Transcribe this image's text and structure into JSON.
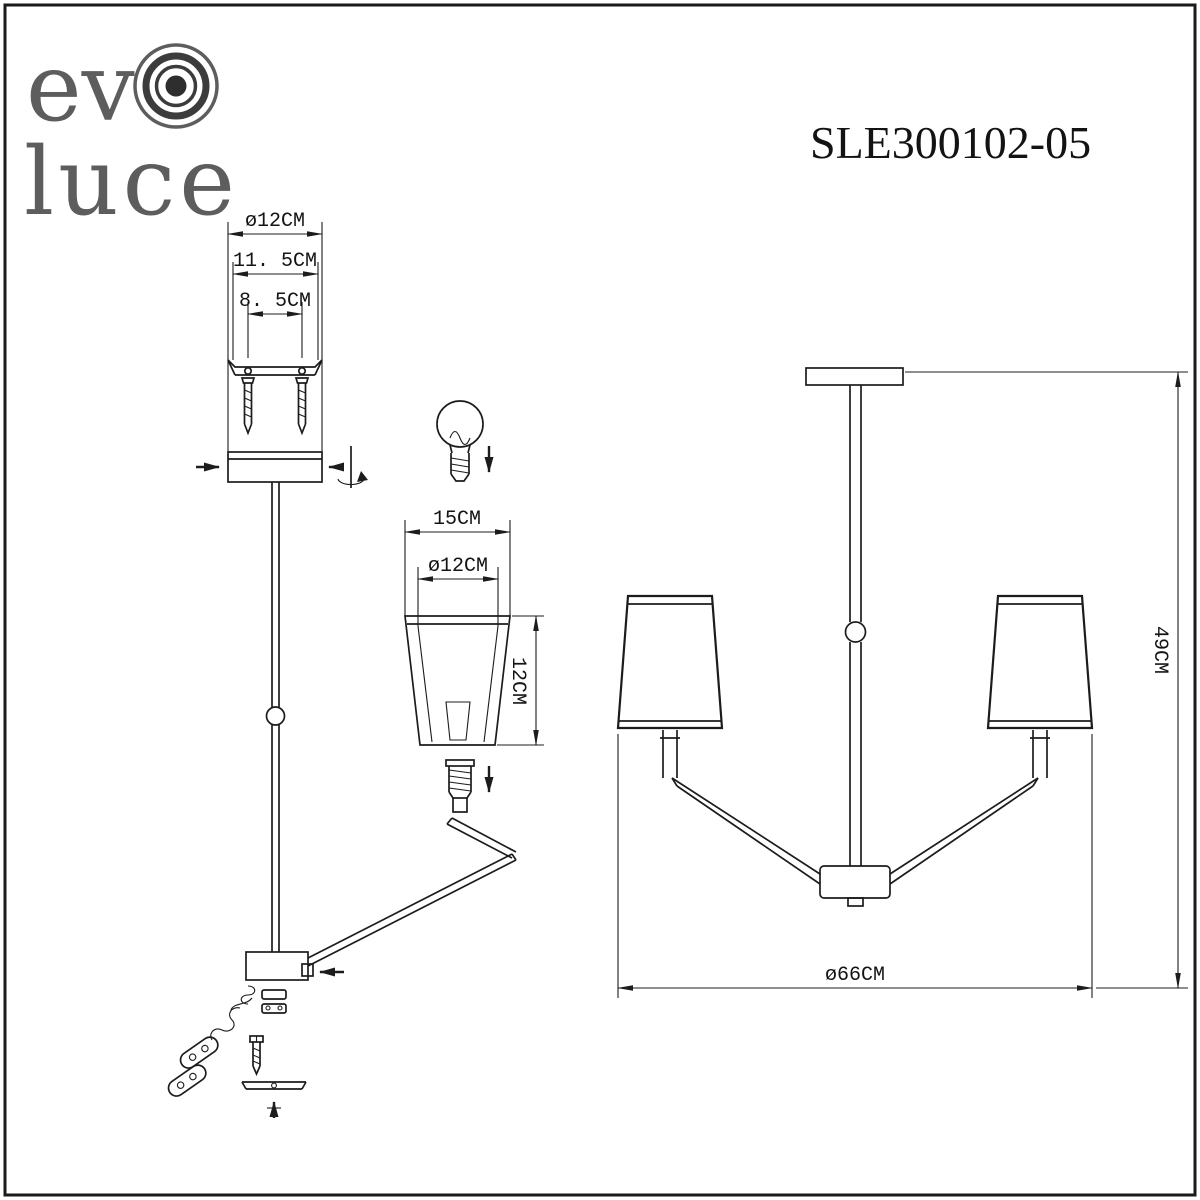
{
  "brand": {
    "part1": "ev",
    "part2": "luce"
  },
  "model_number": "SLE300102-05",
  "icons": {
    "logo": "bullseye-concentric-circles"
  },
  "dimensions": {
    "canopy_diameter": "ø12CM",
    "bracket_width": "11. 5CM",
    "hole_spacing": "8. 5CM",
    "shade_top_width": "15CM",
    "shade_inner_diameter": "ø12CM",
    "shade_height": "12CM",
    "fixture_diameter": "ø66CM",
    "fixture_height": "49CM"
  },
  "colors": {
    "line": "#1c1c1c",
    "logo": "#5d5d5d",
    "dim_text": "#141414",
    "background": "#ffffff"
  }
}
